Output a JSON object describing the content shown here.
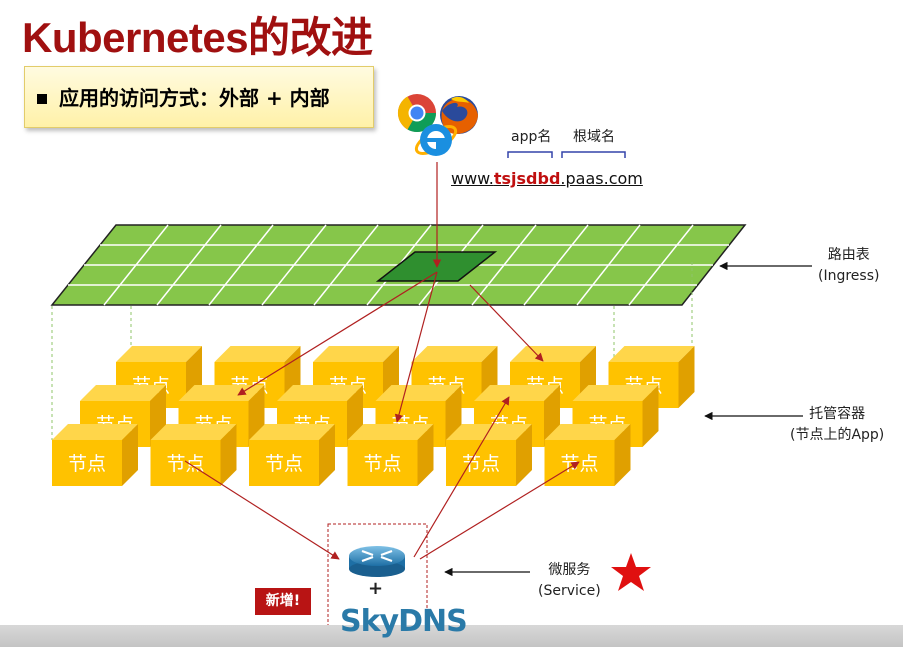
{
  "slide": {
    "title": "Kubernetes的改进"
  },
  "callout": {
    "text": "应用的访问方式：外部 + 内部"
  },
  "browser_icons": [
    "chrome-icon",
    "firefox-icon",
    "ie-icon"
  ],
  "url": {
    "prefix": "www.",
    "app_part": "tsjsdbd",
    "suffix": ".paas.com",
    "app_label": "app名",
    "domain_label": "根域名"
  },
  "ingress": {
    "label_line1": "路由表",
    "label_line2": "(Ingress)"
  },
  "nodes": {
    "label": "节点",
    "rows": [
      {
        "row": "back",
        "count": 6
      },
      {
        "row": "middle",
        "count": 6
      },
      {
        "row": "front",
        "count": 6
      }
    ]
  },
  "container": {
    "label_line1": "托管容器",
    "label_line2": "(节点上的App)"
  },
  "service": {
    "label_line1": "微服务",
    "label_line2": "(Service)",
    "plus": "+",
    "dns_logo_text": "SkyDNS",
    "router_icon": "router-icon",
    "star_icon": "red-star-icon"
  },
  "badge": {
    "text": "新增!"
  },
  "colors": {
    "title": "#a01010",
    "grid_green": "#86c64a",
    "grid_highlight": "#2f8f2f",
    "cube_front": "#ffc200",
    "cube_top": "#ffd64a",
    "cube_side": "#e0a000",
    "arrow": "#b02020",
    "badge": "#b81414",
    "star": "#e01010"
  }
}
